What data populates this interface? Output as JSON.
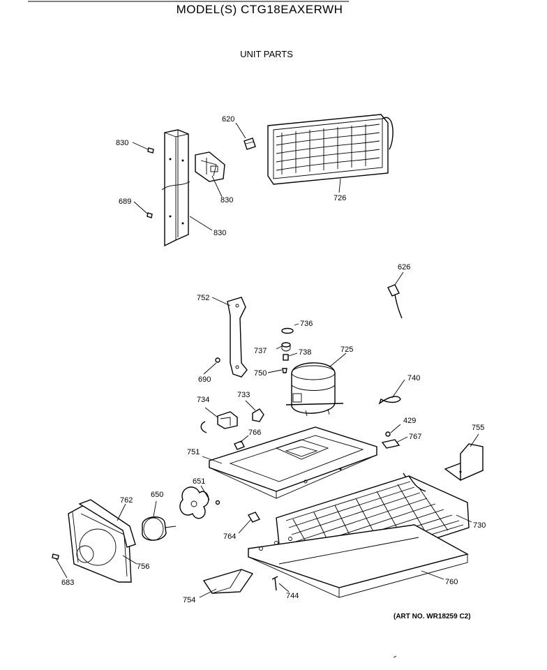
{
  "header": {
    "model": "MODEL(S) CTG18EAXERWH",
    "section": "UNIT PARTS"
  },
  "footer": {
    "art_number": "(ART NO. WR18259 C2)"
  },
  "callouts": [
    {
      "id": "c830a",
      "label": "830"
    },
    {
      "id": "c689",
      "label": "689"
    },
    {
      "id": "c830b",
      "label": "830"
    },
    {
      "id": "c830c",
      "label": "830"
    },
    {
      "id": "c620",
      "label": "620"
    },
    {
      "id": "c726",
      "label": "726"
    },
    {
      "id": "c626",
      "label": "626"
    },
    {
      "id": "c752",
      "label": "752"
    },
    {
      "id": "c736",
      "label": "736"
    },
    {
      "id": "c737",
      "label": "737"
    },
    {
      "id": "c738",
      "label": "738"
    },
    {
      "id": "c725",
      "label": "725"
    },
    {
      "id": "c750",
      "label": "750"
    },
    {
      "id": "c690",
      "label": "690"
    },
    {
      "id": "c740",
      "label": "740"
    },
    {
      "id": "c734",
      "label": "734"
    },
    {
      "id": "c733",
      "label": "733"
    },
    {
      "id": "c429",
      "label": "429"
    },
    {
      "id": "c755",
      "label": "755"
    },
    {
      "id": "c766",
      "label": "766"
    },
    {
      "id": "c767",
      "label": "767"
    },
    {
      "id": "c751",
      "label": "751"
    },
    {
      "id": "c651",
      "label": "651"
    },
    {
      "id": "c650",
      "label": "650"
    },
    {
      "id": "c762",
      "label": "762"
    },
    {
      "id": "c730",
      "label": "730"
    },
    {
      "id": "c764",
      "label": "764"
    },
    {
      "id": "c756",
      "label": "756"
    },
    {
      "id": "c683",
      "label": "683"
    },
    {
      "id": "c760",
      "label": "760"
    },
    {
      "id": "c754",
      "label": "754"
    },
    {
      "id": "c744",
      "label": "744"
    }
  ]
}
